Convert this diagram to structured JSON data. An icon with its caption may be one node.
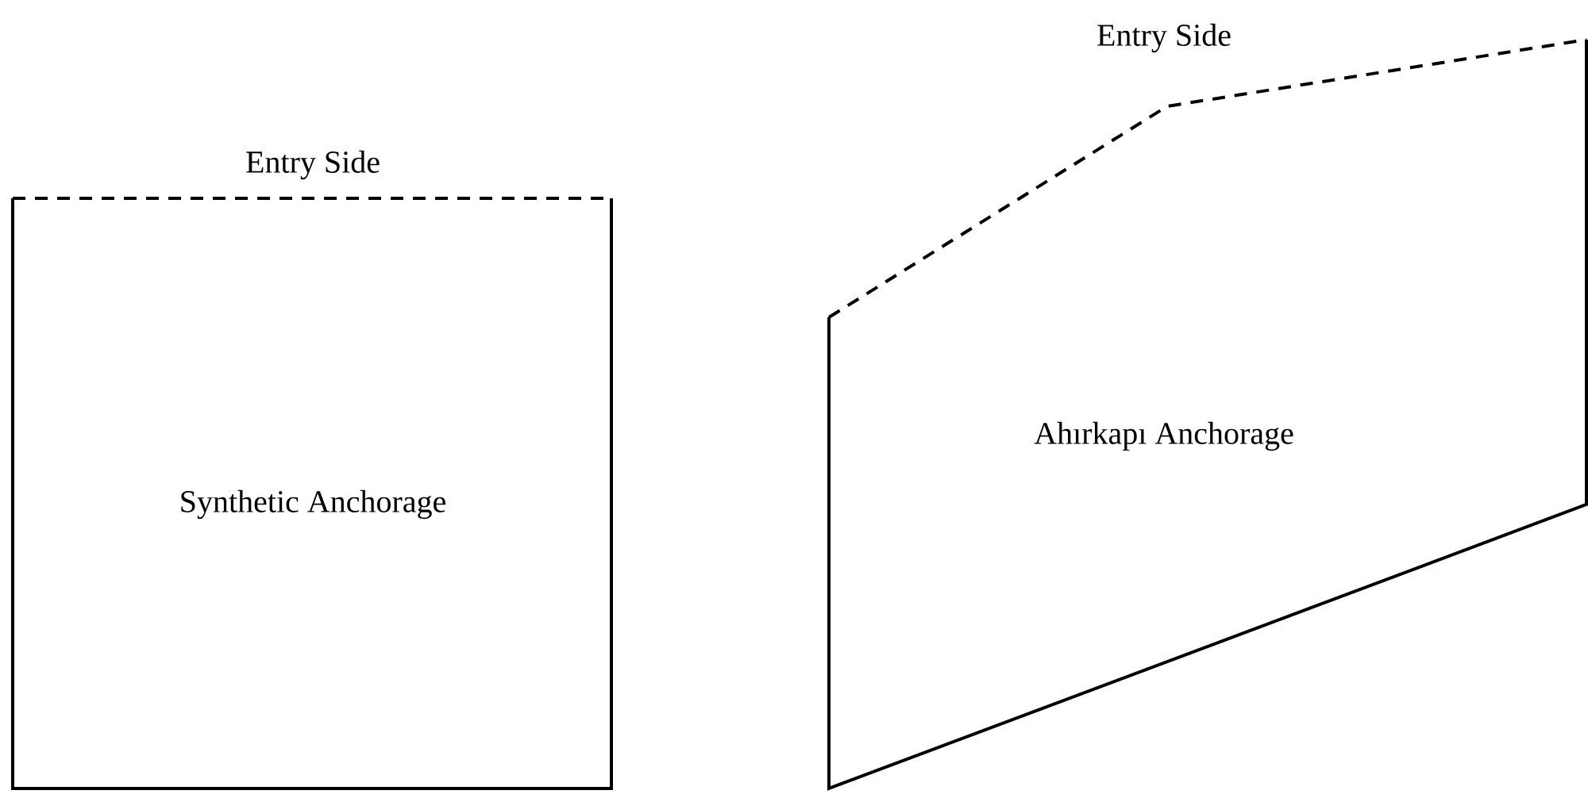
{
  "diagram": {
    "nodes": [
      {
        "text": [
          "Entry Side",
          "Synthetic Anchorage"
        ]
      },
      {
        "text": [
          "Entry Side",
          "Ahırkapı Anchorage"
        ]
      }
    ]
  }
}
